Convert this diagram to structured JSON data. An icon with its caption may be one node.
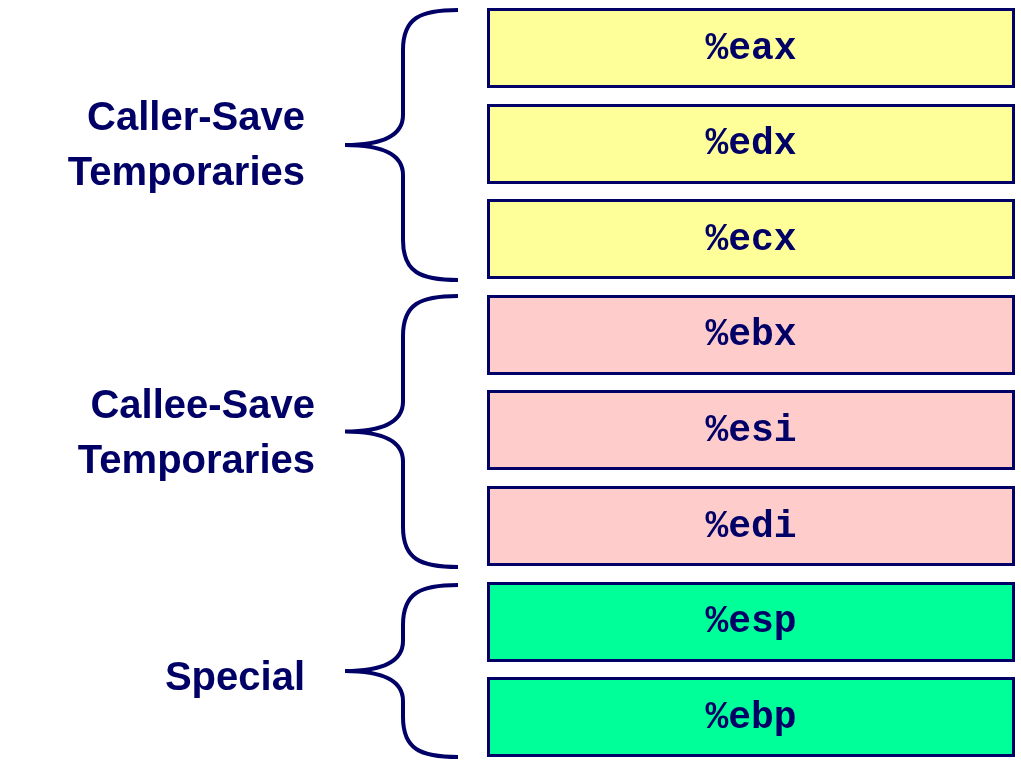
{
  "diagram": {
    "nodes": [
      {
        "text": [
          "%eax"
        ]
      },
      {
        "text": [
          "%edx"
        ]
      },
      {
        "text": [
          "%ecx"
        ]
      },
      {
        "text": [
          "%ebx"
        ]
      },
      {
        "text": [
          "%esi"
        ]
      },
      {
        "text": [
          "%edi"
        ]
      },
      {
        "text": [
          "%esp"
        ]
      },
      {
        "text": [
          "%ebp"
        ]
      }
    ],
    "edges": [],
    "labels": [
      "Caller-Save Temporaries",
      "Callee-Save Temporaries",
      "Special"
    ]
  }
}
